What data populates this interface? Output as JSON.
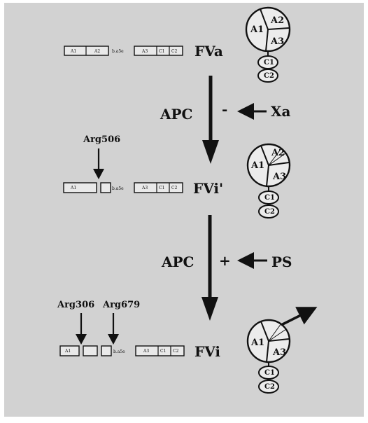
{
  "colors": {
    "panel": "#d2d2d2",
    "ink": "#111111",
    "domain_fill": "#e9e9e9"
  },
  "states": [
    {
      "label": "FVa",
      "domains_left": [
        "A1",
        "A2"
      ],
      "linker": "b.a5e",
      "domains_right": [
        "A3",
        "C1",
        "C2"
      ],
      "pie": [
        "A1",
        "A2",
        "A3"
      ],
      "light_chains": [
        "C1",
        "C2"
      ]
    },
    {
      "label": "FVi'",
      "cleavage_site": "Arg506",
      "domains_left": [
        "A1"
      ],
      "linker": "b.a5e",
      "domains_right": [
        "A3",
        "C1",
        "C2"
      ],
      "pie": [
        "A1",
        "A2",
        "A3"
      ],
      "light_chains": [
        "C1",
        "C2"
      ]
    },
    {
      "label": "FVi",
      "cleavage_sites": [
        "Arg306",
        "Arg679"
      ],
      "domains_left": [
        "A1"
      ],
      "linker": "b.a5e",
      "domains_right": [
        "A3",
        "C1",
        "C2"
      ],
      "pie": [
        "A1",
        "A3"
      ],
      "light_chains": [
        "C1",
        "C2"
      ]
    }
  ],
  "transitions": [
    {
      "enzyme": "APC",
      "modifier_sign": "-",
      "modifier": "Xa"
    },
    {
      "enzyme": "APC",
      "modifier_sign": "+",
      "modifier": "PS"
    }
  ]
}
